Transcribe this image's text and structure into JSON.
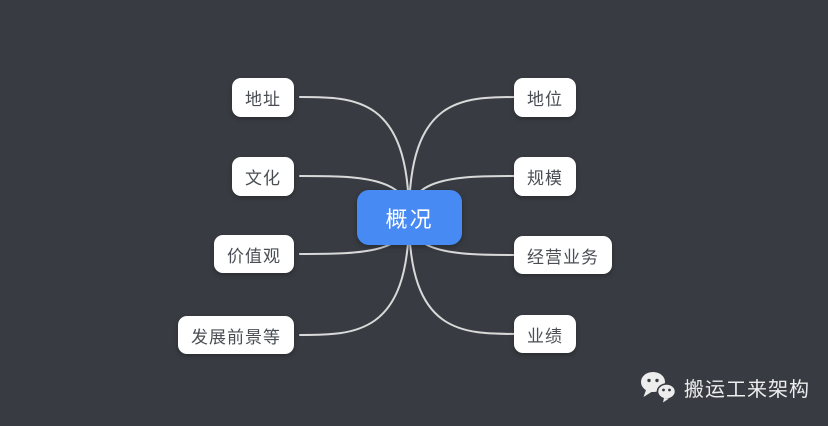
{
  "mindmap": {
    "root": {
      "label": "概况"
    },
    "left_branches": [
      {
        "label": "地址"
      },
      {
        "label": "文化"
      },
      {
        "label": "价值观"
      },
      {
        "label": "发展前景等"
      }
    ],
    "right_branches": [
      {
        "label": "地位"
      },
      {
        "label": "规模"
      },
      {
        "label": "经营业务"
      },
      {
        "label": "业绩"
      }
    ]
  },
  "watermark": {
    "icon": "wechat-icon",
    "text": "搬运工来架构"
  },
  "colors": {
    "background": "#383c42",
    "connector": "#d9d9d9",
    "node_background": "#ffffff",
    "node_text": "#4a4e54",
    "root_background": "#478af3",
    "root_text": "#ffffff",
    "watermark_text": "#ededed"
  }
}
